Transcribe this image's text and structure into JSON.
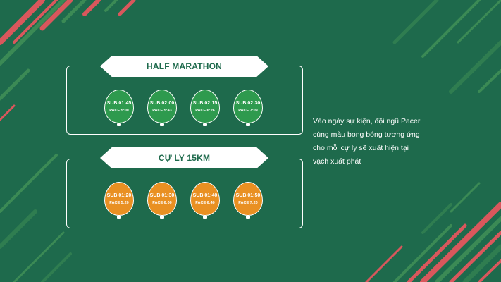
{
  "colors": {
    "background": "#1e6a4c",
    "green_balloon": "#2e9a4e",
    "orange_balloon": "#e99022",
    "accent_red": "#d9575c"
  },
  "sections": [
    {
      "title": "HALF MARATHON",
      "balloons": [
        {
          "sub": "SUB 01:45",
          "pace": "PACE 5:00"
        },
        {
          "sub": "SUB 02:00",
          "pace": "PACE 5:43"
        },
        {
          "sub": "SUB 02:15",
          "pace": "PACE 6:26"
        },
        {
          "sub": "SUB 02:30",
          "pace": "PACE 7:09"
        }
      ]
    },
    {
      "title": "CỰ LY 15KM",
      "balloons": [
        {
          "sub": "SUB 01:20",
          "pace": "PACE 5:20"
        },
        {
          "sub": "SUB 01:30",
          "pace": "PACE 6:00"
        },
        {
          "sub": "SUB 01:40",
          "pace": "PACE 6:40"
        },
        {
          "sub": "SUB 01:50",
          "pace": "PACE 7:20"
        }
      ]
    }
  ],
  "description": {
    "line1": "Vào ngày sự kiện, đội ngũ Pacer",
    "line2": "cùng màu bong bóng tương ứng",
    "line3": "cho mỗi cự ly sẽ xuất hiện tại",
    "line4": "vạch xuất phát"
  }
}
